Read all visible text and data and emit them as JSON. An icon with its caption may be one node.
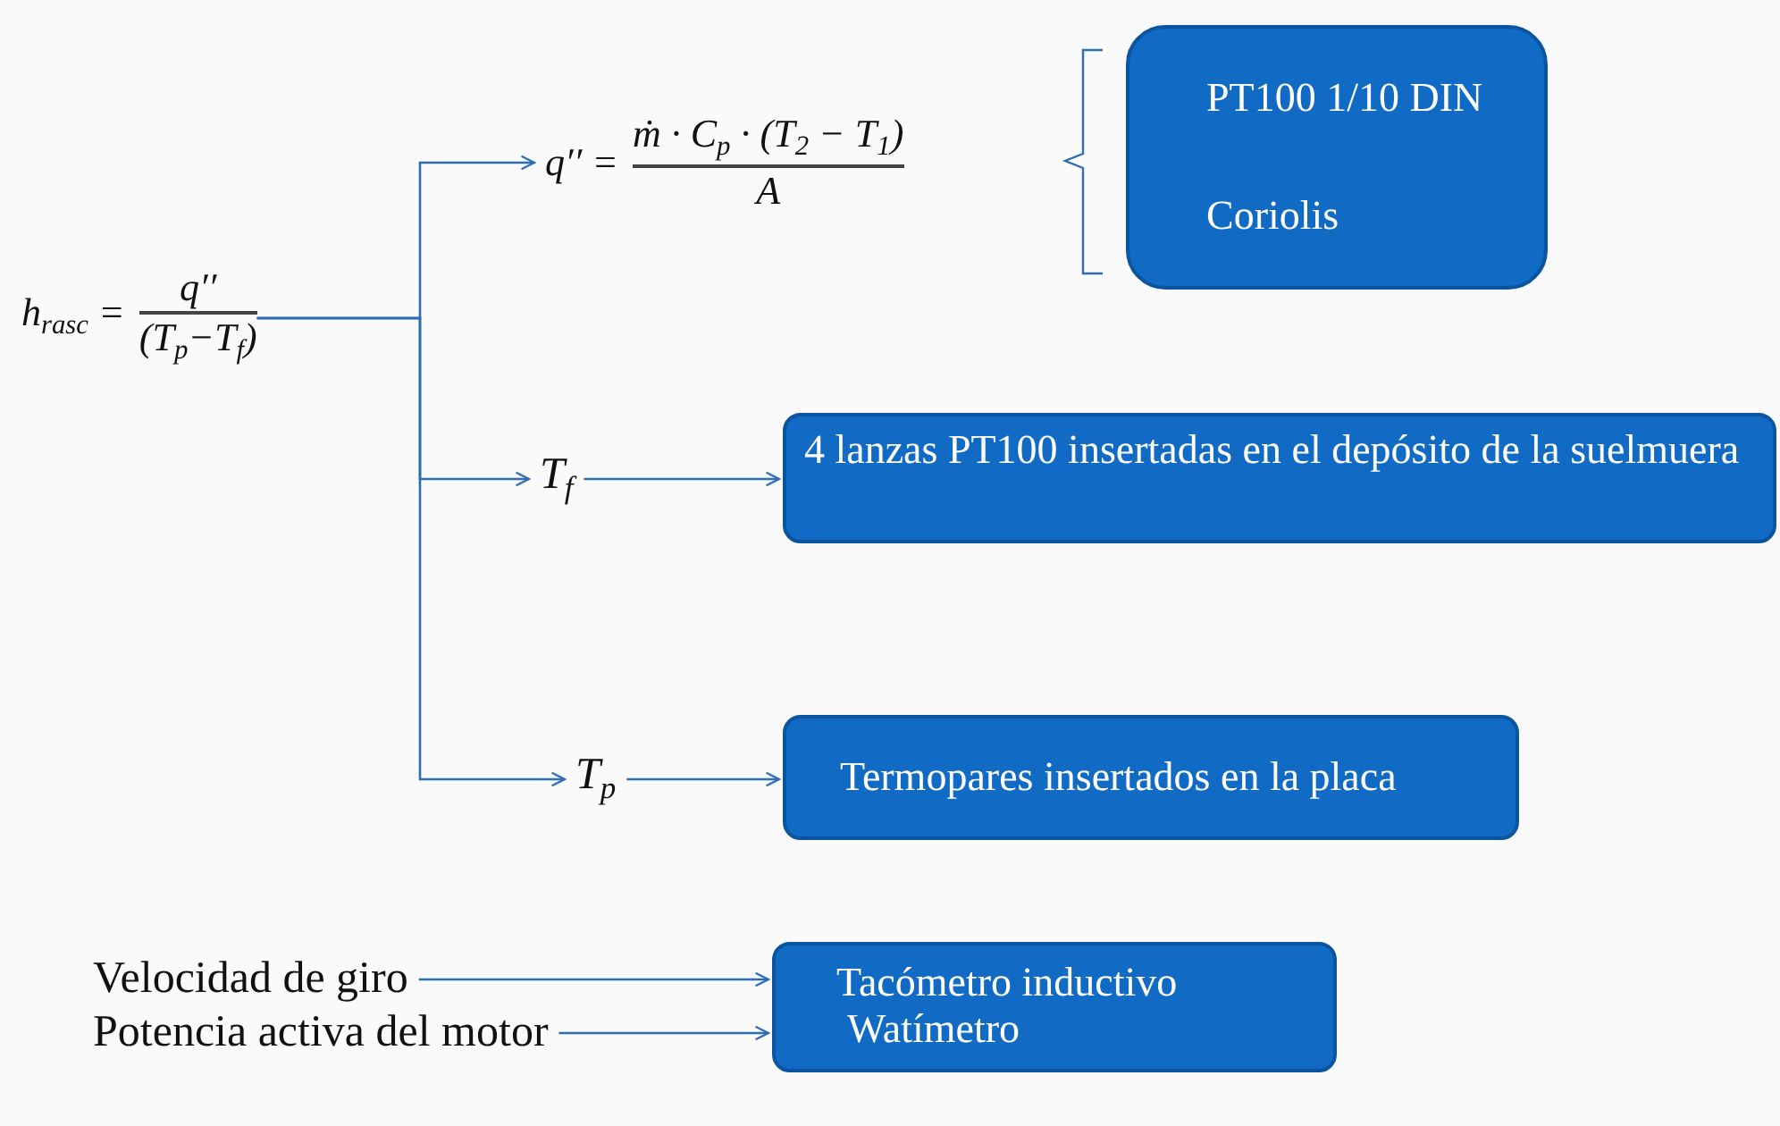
{
  "diagram": {
    "nodes": [
      {
        "text": [
          "h$_{rasc}$ =",
          "q′′",
          "(T$_{p}$−T$_{f}$)"
        ]
      },
      {
        "text": [
          "q′′ =",
          "ṁ · C$_{p}$ · (T$_{2}$ − T$_{1}$)",
          "A"
        ]
      },
      {
        "text": [
          "PT100 1/10 DIN",
          "Coriolis"
        ]
      },
      {
        "text": [
          "T$_{f}$"
        ]
      },
      {
        "text": [
          "4 lanzas PT100 insertadas en el depósito de la suelmuera"
        ]
      },
      {
        "text": [
          "T$_{p}$"
        ]
      },
      {
        "text": [
          "Termopares insertados en la placa"
        ]
      },
      {
        "text": [
          "Velocidad de giro"
        ]
      },
      {
        "text": [
          "Potencia activa del motor"
        ]
      },
      {
        "text": [
          "Tacómetro inductivo",
          "Watímetro"
        ]
      }
    ],
    "edges": [
      {
        "from": 0,
        "to": 1,
        "arrow": "to"
      },
      {
        "from": 0,
        "to": 3,
        "arrow": "to"
      },
      {
        "from": 0,
        "to": 5,
        "arrow": "to"
      },
      {
        "from": 3,
        "to": 4,
        "arrow": "to"
      },
      {
        "from": 5,
        "to": 6,
        "arrow": "to"
      },
      {
        "from": 7,
        "to": 9,
        "arrow": "to"
      },
      {
        "from": 8,
        "to": 9,
        "arrow": "to"
      }
    ]
  }
}
